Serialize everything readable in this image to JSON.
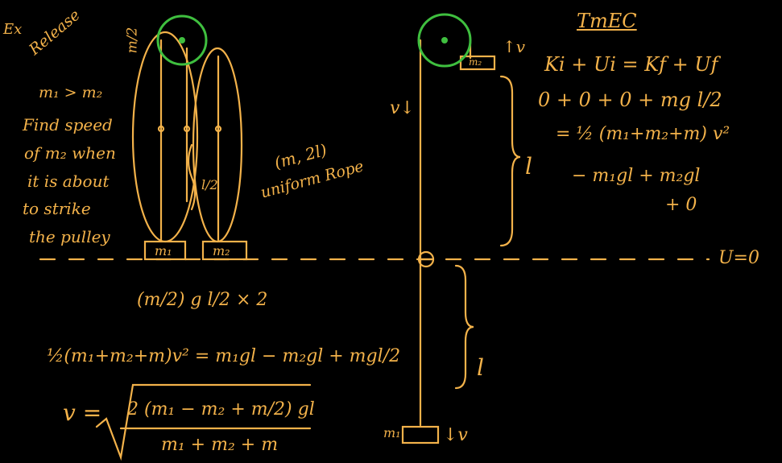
{
  "board": {
    "ink_color": "#f3b24a",
    "pulley_color": "#3fbf3f",
    "background": "#000000",
    "left_notes": {
      "ex": "Ex",
      "release": "Release",
      "condition": "m₁ > m₂",
      "task_line1": "Find speed",
      "task_line2": "of m₂ when",
      "task_line3": "it is about",
      "task_line4": "to strike",
      "task_line5": "the pulley"
    },
    "left_figure": {
      "pulley_mass": "m/2",
      "rope_label": "(m, 2l)",
      "rope_desc": "uniform Rope",
      "half_length": "l/2",
      "block1": "m₁",
      "block2": "m₂"
    },
    "bottom_work": {
      "pe_term": "(m/2) g l/2 × 2",
      "energy_eq": "½(m₁+m₂+m)v² = m₁gl − m₂gl + mgl/2",
      "v_lhs": "v =",
      "v_num": "2 (m₁ − m₂ + m/2) gl",
      "v_den": "m₁ + m₂ + m"
    },
    "right_figure": {
      "block2": "m₂",
      "up_v": "↑v",
      "down_v": "v↓",
      "upper_len": "l",
      "lower_len": "l",
      "block1": "m₁",
      "bottom_v": "↓v",
      "datum": "U=0"
    },
    "right_work": {
      "title": "TmEC",
      "line1": "Ki + Ui = Kf + Uf",
      "line2": "0 + 0 + 0 + mg l/2",
      "line3": "= ½ (m₁+m₂+m) v²",
      "line4": "− m₁gl + m₂gl",
      "line5": "+ 0"
    }
  }
}
